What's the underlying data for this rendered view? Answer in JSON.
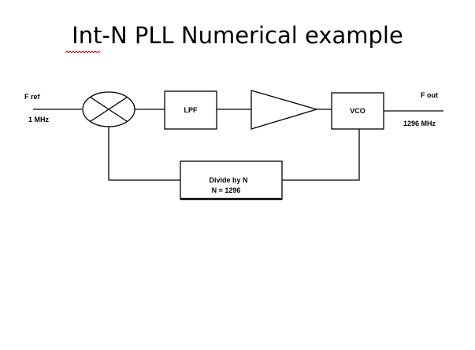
{
  "slide": {
    "title": "Int-N PLL Numerical example"
  },
  "diagram": {
    "input": {
      "name": "F ref",
      "value": "1 MHz"
    },
    "output": {
      "name": "F out",
      "value": "1296 MHz"
    },
    "blocks": {
      "lpf": "LPF",
      "vco": "VCO",
      "divider_line1": "Divide by  N",
      "divider_line2": "N = 1296"
    },
    "colors": {
      "line": "#000000",
      "spellcheck_underline": "#cc0000"
    }
  }
}
